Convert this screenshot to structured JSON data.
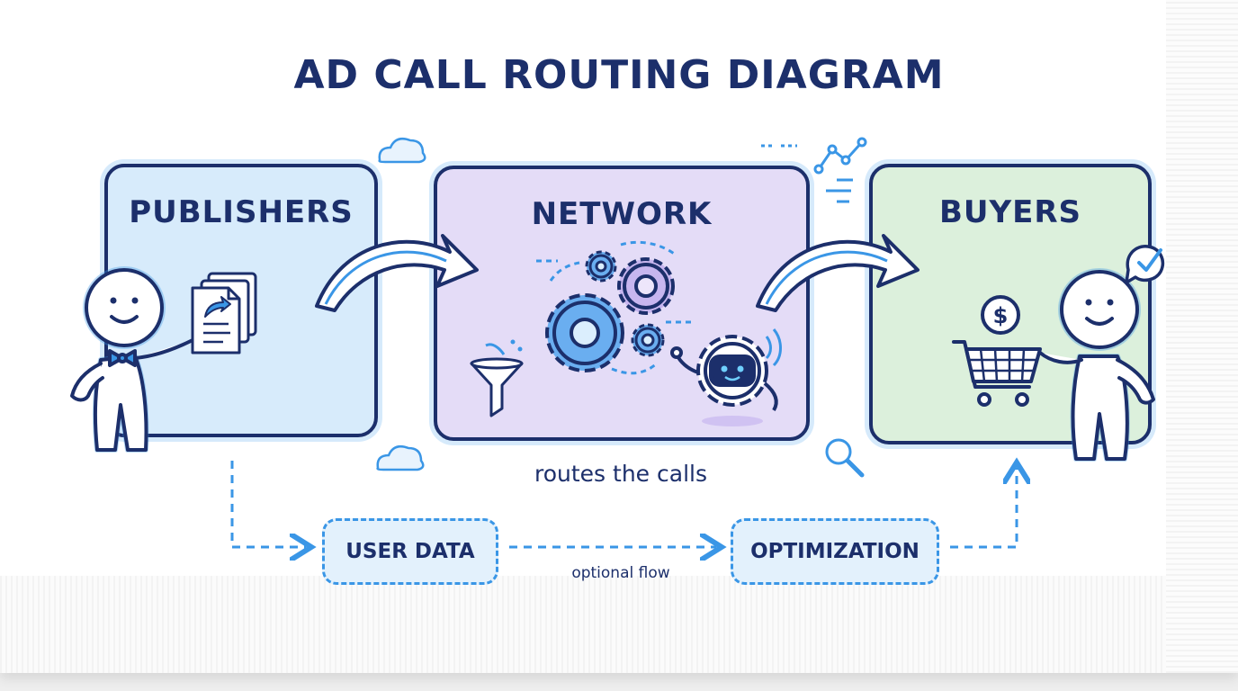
{
  "title": "AD CALL ROUTING DIAGRAM",
  "boxes": {
    "publishers": {
      "label": "PUBLISHERS"
    },
    "network": {
      "label": "NETWORK",
      "caption": "routes the calls"
    },
    "buyers": {
      "label": "BUYERS"
    }
  },
  "optional_flow": {
    "label": "optional flow",
    "steps": [
      {
        "label": "USER DATA"
      },
      {
        "label": "OPTIMIZATION"
      }
    ]
  },
  "icons": [
    "cloud-icon",
    "chart-icon",
    "documents-icon",
    "gear-icon",
    "funnel-icon",
    "robot-icon",
    "dollar-icon",
    "shopping-cart-icon",
    "checkmark-icon",
    "magnifier-icon",
    "stick-figure-icon"
  ],
  "colors": {
    "ink": "#1c2f6b",
    "accent": "#3a96e6",
    "publishers_fill": "#d7ebfb",
    "network_fill": "#e4dcf7",
    "buyers_fill": "#dcf0dc"
  }
}
